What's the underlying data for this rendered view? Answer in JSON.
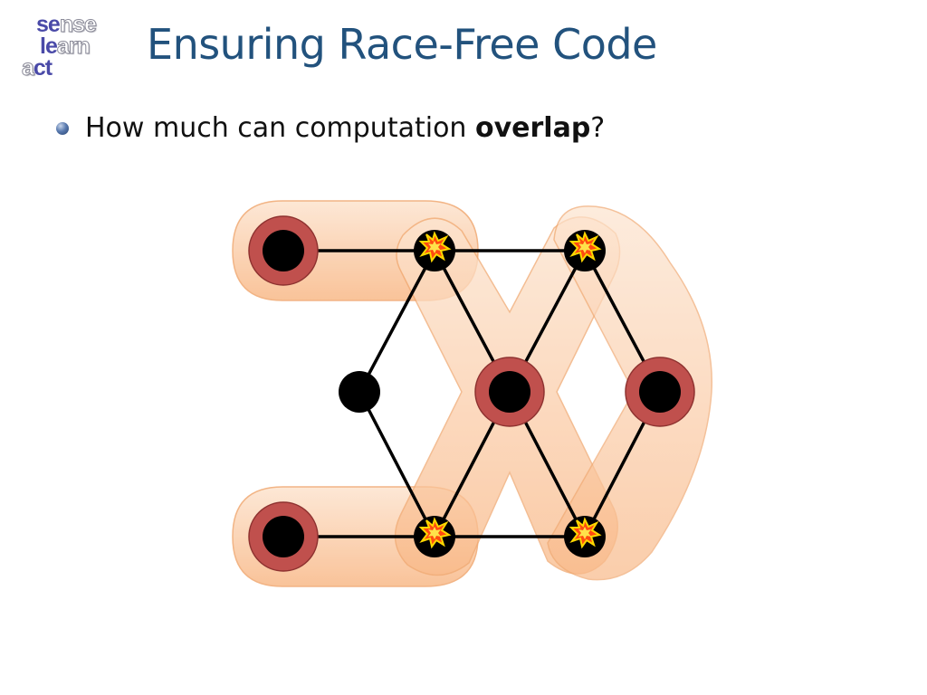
{
  "logo": {
    "row1": [
      "se",
      "nse"
    ],
    "row2": [
      "le",
      "arn"
    ],
    "row3": [
      "a",
      "ct"
    ]
  },
  "slide": {
    "title": "Ensuring Race-Free Code",
    "bullet": {
      "text_before": "How much can computation ",
      "bold": "overlap",
      "text_after": "?"
    }
  },
  "colors": {
    "title": "#22527d",
    "group_fill": "#fcc49a",
    "group_stroke": "#f0a870",
    "ring": "#c0504d",
    "node": "#000000",
    "edge": "#000000",
    "burst": "#ff4a10"
  },
  "diagram": {
    "nodes": [
      {
        "id": "n1",
        "kind": "ringed"
      },
      {
        "id": "n2",
        "kind": "burst"
      },
      {
        "id": "n3",
        "kind": "burst"
      },
      {
        "id": "n4",
        "kind": "plain"
      },
      {
        "id": "n5",
        "kind": "ringed"
      },
      {
        "id": "n6",
        "kind": "ringed"
      },
      {
        "id": "n7",
        "kind": "ringed"
      },
      {
        "id": "n8",
        "kind": "burst"
      },
      {
        "id": "n9",
        "kind": "burst"
      }
    ],
    "edges": [
      [
        "n1",
        "n2"
      ],
      [
        "n2",
        "n3"
      ],
      [
        "n2",
        "n4"
      ],
      [
        "n2",
        "n5"
      ],
      [
        "n3",
        "n5"
      ],
      [
        "n3",
        "n6"
      ],
      [
        "n4",
        "n8"
      ],
      [
        "n5",
        "n8"
      ],
      [
        "n5",
        "n9"
      ],
      [
        "n6",
        "n9"
      ],
      [
        "n7",
        "n8"
      ],
      [
        "n8",
        "n9"
      ]
    ]
  }
}
